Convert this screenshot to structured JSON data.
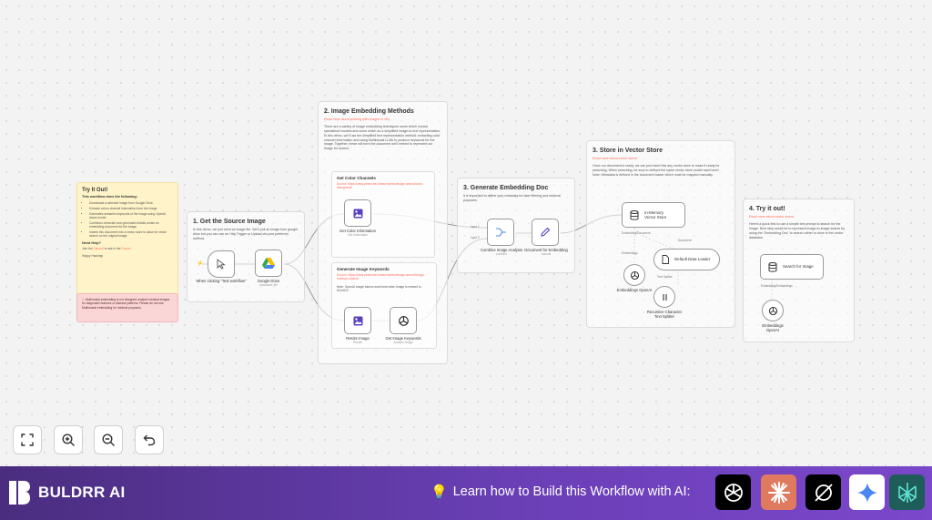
{
  "canvas": {
    "try_note": {
      "title": "Try It Out!",
      "subtitle": "This workflow does the following:",
      "items": [
        "Downloads a selected image from Google Drive.",
        "Extracts colour channel information from the image",
        "Generates semantic keywords of the image using OpenAI vision model.",
        "Combines extracted and generated details create an embedding document for the image.",
        "Inserts this document into a vector store to allow for vector search on the original image"
      ],
      "help_title": "Need Help?",
      "help_prefix": "Join the",
      "help_discord": "Discord",
      "help_mid": "or ask in the",
      "help_forum": "Forum!",
      "help_thanks": "Happy Hacking!",
      "warning": "Multimodal embedding is not designed analyze medical images for diagnostic features or disease patterns. Please do not use Multimodal embedding for medical purposes."
    },
    "section1": {
      "title": "1. Get the Source Image",
      "text": "In this demo, we just need an image file. We'll pull an image from google drive but you can use an Http Trigger or Upload via your preferred method."
    },
    "section2": {
      "title": "2. Image Embedding Methods",
      "link": "Read more about working with images in n8n",
      "text": "There are a variety of image embedding techniques some which involve specialised models and some which do a simplified image-to-text representation.\nIn this demo, we'll use the simplified text representation method: extracting color channel information and using Multimodal LLMs to produce keywords for the image. Together, these will form the document we'll embed to represent our image for search.",
      "colors_title": "Get Color Channels",
      "colors_link": "Source: https://www.pinecone.io/learn/series/image-search/color-histograms/",
      "keywords_title": "Generate Image Keywords",
      "keywords_link": "Source: https://www.pinecone.io/learn/series/image-search/image-retrieval-models/",
      "keywords_note": "Note: OpenAI image tokens work best when image is resized to 512x512."
    },
    "section3": {
      "title": "3. Generate Embedding Doc",
      "text": "It is important to define your metadata for later filtering and retrieval purposes."
    },
    "section4": {
      "title": "3. Store in Vector Store",
      "link": "Read more about vector stores",
      "text": "Once our document is ready, we can just insert this any vector store to make it ready for searching. When searching, be sure to defined the same vector store model used here!\nNote: Metadata is defined in the document loader which must be mapped manually."
    },
    "section5": {
      "title": "4. Try it out!",
      "link": "Read more about vector stores",
      "text": "Here's a quick test to use a simple text prompt to search for the image. Next step would be to represent image-to-image search by using the \"Embedding Doc\" to search rather to store in the vector database."
    },
    "nodes": {
      "trigger": {
        "label": "When clicking \"Test workflow\""
      },
      "gdrive": {
        "label": "Google Drive",
        "sub": "download: file"
      },
      "color_info": {
        "label": "Get Color Information",
        "sub": "Get Information"
      },
      "resize": {
        "label": "Resize Image",
        "sub": "Resize"
      },
      "keywords": {
        "label": "Get Image Keywords",
        "sub": "Analyze Image"
      },
      "combine": {
        "label": "Combine Image Analysis",
        "sub": "combine"
      },
      "doc_embed": {
        "label": "Document for Embedding",
        "sub": "manual"
      },
      "vstore": {
        "label_line1": "In-Memory",
        "label_line2": "Vector Store"
      },
      "embed_openai": {
        "label": "Embeddings OpenAI"
      },
      "data_loader": {
        "label": "Default Data Loader"
      },
      "splitter": {
        "label_line1": "Recursive Character",
        "label_line2": "Text Splitter"
      },
      "search": {
        "label": "Search for Image"
      },
      "embed_openai2": {
        "label_line1": "Embeddings",
        "label_line2": "OpenAI"
      }
    },
    "port_labels": {
      "input1": "Input 1",
      "input2": "Input 2",
      "embedding_doc": "Embedding/Document",
      "document": "Document",
      "embeddings": "Embeddings",
      "text_splitter": "Text Splitter",
      "embeddings2": "Embedding/Embeddings"
    }
  },
  "controls": {
    "fit": "fit-view",
    "zoom_in": "zoom-in",
    "zoom_out": "zoom-out",
    "undo": "undo"
  },
  "footer": {
    "brand": "BULDRR AI",
    "learn": "Learn how to Build this Workflow with AI:",
    "tiles": [
      "chatgpt",
      "claude",
      "perplexity",
      "gemini",
      "perplexity-alt"
    ]
  },
  "colors": {
    "accent": "#ff6d5a",
    "footer_start": "#4a2d7f",
    "footer_end": "#7b47cb"
  }
}
